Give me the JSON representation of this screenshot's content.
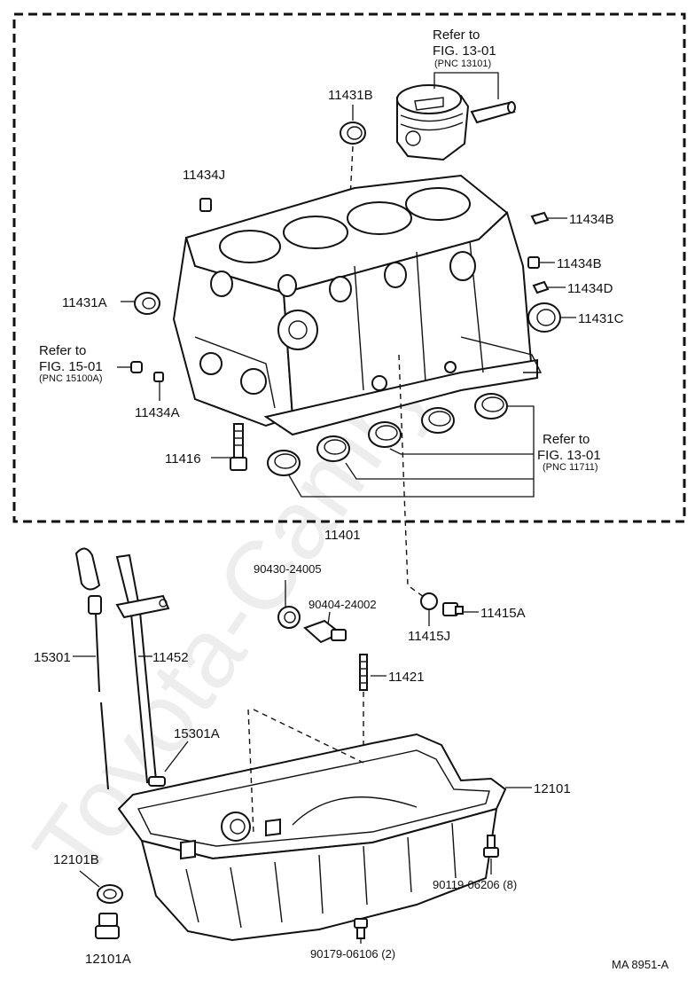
{
  "watermark": "Toyota-Camry.ru",
  "figure_code": "MA 8951-A",
  "assembly_label": "11401",
  "refs": {
    "piston": {
      "line1": "Refer to",
      "line2": "FIG. 13-01",
      "line3": "(PNC 13101)"
    },
    "crank": {
      "line1": "Refer to",
      "line2": "FIG. 13-01",
      "line3": "(PNC 11711)"
    },
    "timing": {
      "line1": "Refer to",
      "line2": "FIG. 15-01",
      "line3": "(PNC 15100A)"
    }
  },
  "parts": {
    "p11431B": "11431B",
    "p11434J": "11434J",
    "p11434B_1": "11434B",
    "p11434B_2": "11434B",
    "p11434D": "11434D",
    "p11431C": "11431C",
    "p11431A": "11431A",
    "p11434A": "11434A",
    "p11416": "11416",
    "p90430": "90430-24005",
    "p90404": "90404-24002",
    "p11415A": "11415A",
    "p11415J": "11415J",
    "p15301": "15301",
    "p11452": "11452",
    "p11421": "11421",
    "p15301A": "15301A",
    "p12101": "12101",
    "p12101B": "12101B",
    "p12101A": "12101A",
    "p90119": "90119-06206 (8)",
    "p90179": "90179-06106 (2)"
  }
}
